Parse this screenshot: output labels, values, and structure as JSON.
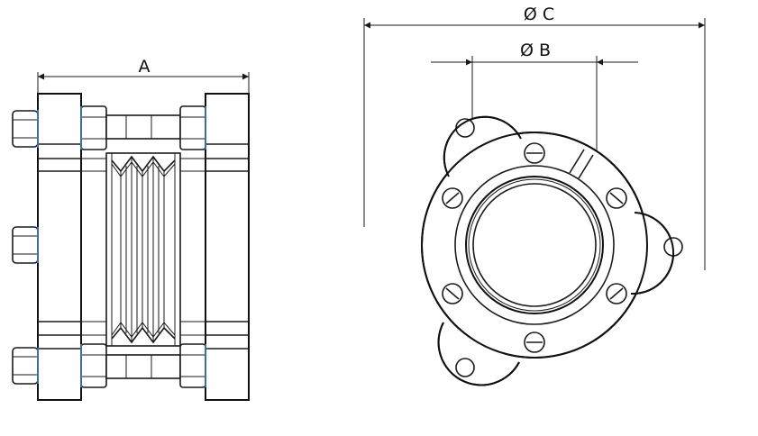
{
  "dimensions": {
    "a": "A",
    "b": "Ø B",
    "c": "Ø C"
  },
  "colors": {
    "line": "#1a1a1a",
    "accent": "#3a6ea5"
  }
}
